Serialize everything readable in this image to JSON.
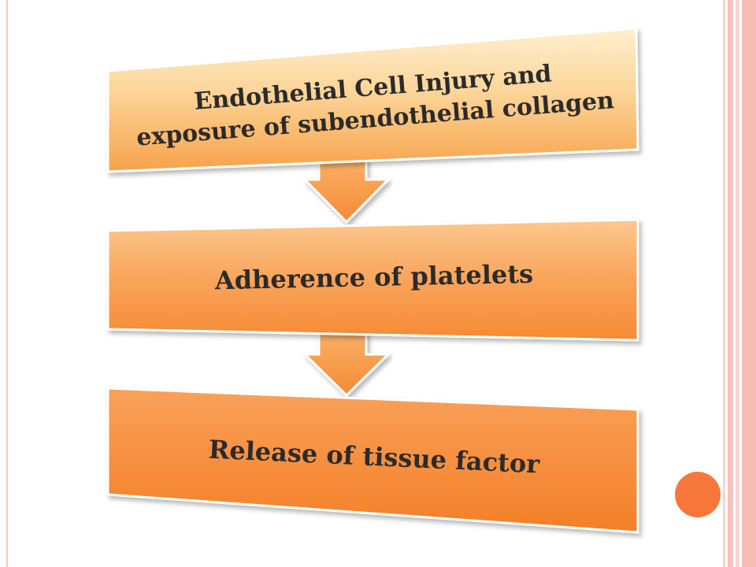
{
  "diagram": {
    "type": "flowchart",
    "steps": [
      {
        "line1": "Endothelial Cell Injury  and",
        "line2": "exposure of subendothelial collagen"
      },
      {
        "text": "Adherence of platelets"
      },
      {
        "text": "Release of tissue factor"
      }
    ],
    "colors": {
      "box_light": "#fde3b5",
      "box_mid": "#fbb46a",
      "box_dark": "#f58a30",
      "arrow": "#f79a45",
      "accent_dot": "#f7773a",
      "border_pink": "#f5bcb5"
    }
  }
}
